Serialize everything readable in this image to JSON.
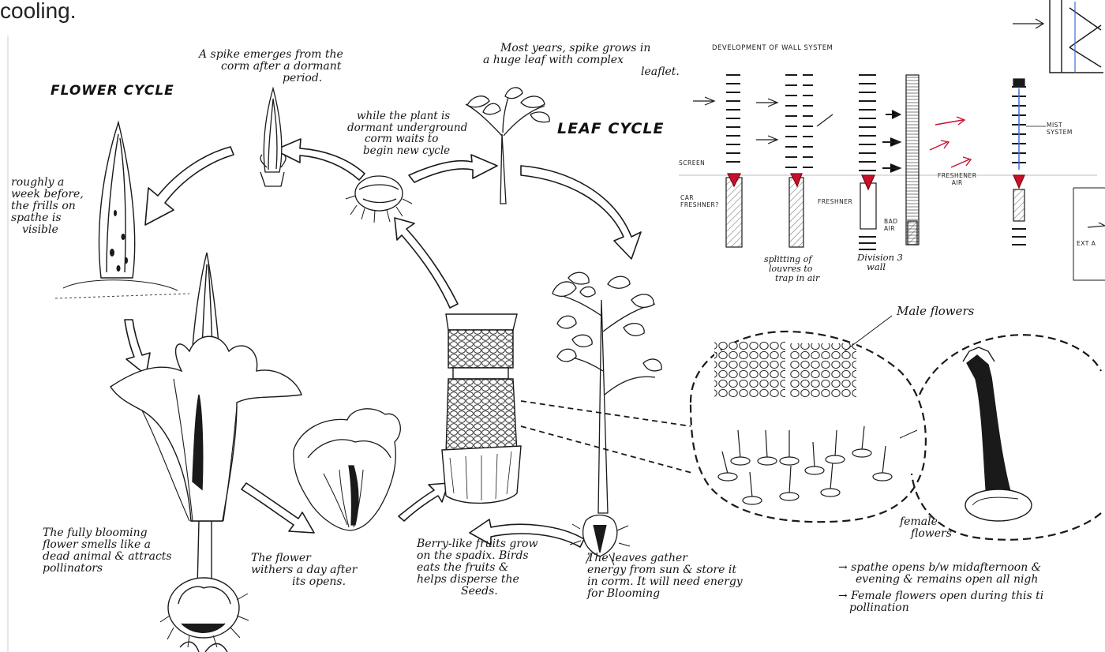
{
  "header_fragment": "cooling.",
  "flower_cycle": {
    "title": "FLOWER CYCLE",
    "spike_note": [
      "A spike emerges from the",
      "corm after a dormant",
      "period."
    ],
    "week_note": [
      "roughly a",
      "week before,",
      "the frills on",
      "spathe is",
      "visible"
    ],
    "bloom_note": [
      "The fully blooming",
      "flower smells like a",
      "dead animal & attracts",
      "pollinators"
    ],
    "wither_note": [
      "The flower",
      "withers a day after",
      "its opens."
    ],
    "berry_note": [
      "Berry-like fruits grow",
      "on the spadix. Birds",
      "eats the fruits &",
      "helps disperse the",
      "Seeds."
    ]
  },
  "leaf_cycle": {
    "title": "LEAF CYCLE",
    "leaf_note": [
      "Most years, spike grows in",
      "a huge leaf with complex",
      "leaflet."
    ],
    "dormant_note": [
      "while the plant is",
      "dormant underground",
      "corm waits to",
      "begin new cycle"
    ],
    "energy_note": [
      "The leaves gather",
      "energy from sun & store it",
      "in corm. It will need energy",
      "for Blooming"
    ]
  },
  "wall_system": {
    "title": "DEVELOPMENT OF WALL SYSTEM",
    "labels": {
      "screen": "SCREEN",
      "car_freshner": [
        "CAR",
        "FRESHNER?"
      ],
      "freshner": "FRESHNER",
      "bad_air": [
        "BAD",
        "AIR"
      ],
      "freshener_air": [
        "FRESHENER",
        "AIR"
      ],
      "mist_system": [
        "MIST",
        "SYSTEM"
      ],
      "ext": "EXT A"
    },
    "splitting_note": [
      "splitting of",
      "louvres to",
      "trap in air"
    ],
    "division_note": [
      "Division 3",
      "wall"
    ]
  },
  "flowers": {
    "male": "Male flowers",
    "female": [
      "female",
      "flowers"
    ]
  },
  "notes": [
    "→ spathe opens b/w midafternoon &",
    "evening & remains open all nigh",
    "→ Female flowers open during this ti",
    "pollination"
  ],
  "colors": {
    "ink": "#151515",
    "accent_red": "#c8102e",
    "mist_blue": "#3a6fd8"
  }
}
